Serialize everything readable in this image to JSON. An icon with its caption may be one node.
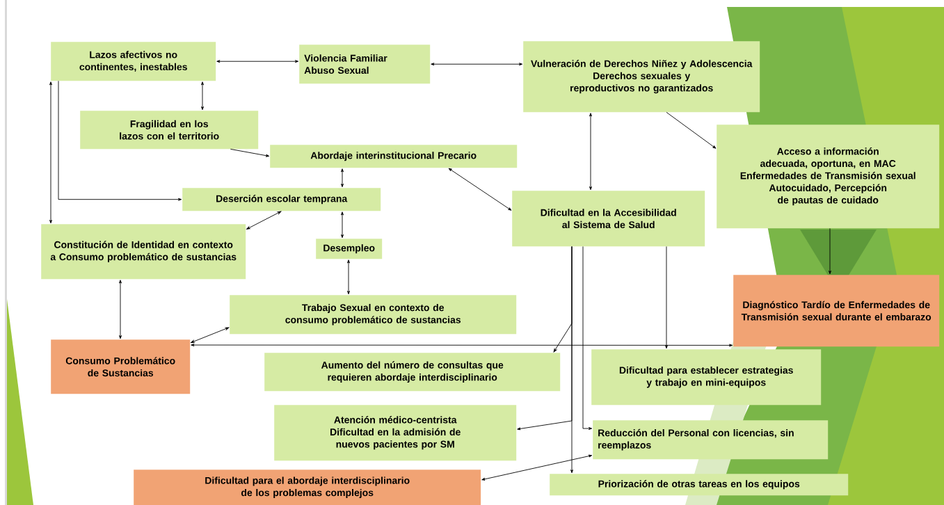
{
  "diagram": {
    "nodes": [
      {
        "text": [
          "Lazos afectivos no continentes, inestables"
        ]
      },
      {
        "text": [
          "Violencia Familiar",
          "Abuso Sexual"
        ]
      },
      {
        "text": [
          "Vulneración de Derechos Niñez y Adolescencia",
          "Derechos sexuales y reproductivos no garantizados"
        ]
      },
      {
        "text": [
          "Fragilidad en los lazos con el territorio"
        ]
      },
      {
        "text": [
          "Abordaje interinstitucional Precario"
        ]
      },
      {
        "text": [
          "Deserción escolar temprana"
        ]
      },
      {
        "text": [
          "Acceso a información adecuada, oportuna, en MAC",
          "Enfermedades de Transmisión sexual",
          "Autocuidado, Percepción de pautas de cuidado"
        ]
      },
      {
        "text": [
          "Dificultad en la Accesibilidad al Sistema de Salud"
        ]
      },
      {
        "text": [
          "Constitución de Identidad en contexto a Consumo problemático de sustancias"
        ]
      },
      {
        "text": [
          "Desempleo"
        ]
      },
      {
        "text": [
          "Diagnóstico Tardío de Enfermedades de Transmisión sexual durante el embarazo"
        ]
      },
      {
        "text": [
          "Trabajo Sexual en contexto de consumo problemático de sustancias"
        ]
      },
      {
        "text": [
          "Consumo Problemático de Sustancias"
        ]
      },
      {
        "text": [
          "Aumento del número de consultas que requieren abordaje interdisciplinario"
        ]
      },
      {
        "text": [
          "Dificultad para establecer estrategias y trabajo en mini-equipos"
        ]
      },
      {
        "text": [
          "Atención médico-centrista",
          "Dificultad en la admisión de nuevos pacientes por SM"
        ]
      },
      {
        "text": [
          "Reducción del Personal con licencias, sin reemplazos"
        ]
      },
      {
        "text": [
          "Dificultad para el abordaje interdisciplinario de los problemas complejos"
        ]
      },
      {
        "text": [
          "Priorización de otras tareas en los equipos"
        ]
      }
    ],
    "edges": [
      {
        "from": 0,
        "to": 1,
        "arrow": "both"
      },
      {
        "from": 1,
        "to": 2,
        "arrow": "both"
      },
      {
        "from": 0,
        "to": 3,
        "arrow": "both"
      },
      {
        "from": 0,
        "to": 8,
        "arrow": "both"
      },
      {
        "from": 0,
        "to": 5,
        "arrow": "to"
      },
      {
        "from": 3,
        "to": 4,
        "arrow": "to"
      },
      {
        "from": 4,
        "to": 5,
        "arrow": "both"
      },
      {
        "from": 5,
        "to": 8,
        "arrow": "both"
      },
      {
        "from": 5,
        "to": 9,
        "arrow": "both"
      },
      {
        "from": 9,
        "to": 11,
        "arrow": "both"
      },
      {
        "from": 8,
        "to": 12,
        "arrow": "both"
      },
      {
        "from": 11,
        "to": 12,
        "arrow": "both"
      },
      {
        "from": 12,
        "to": 10,
        "arrow": "both"
      },
      {
        "from": 2,
        "to": 7,
        "arrow": "both"
      },
      {
        "from": 2,
        "to": 6,
        "arrow": "to"
      },
      {
        "from": 4,
        "to": 7,
        "arrow": "both"
      },
      {
        "from": 6,
        "to": 10,
        "arrow": "to"
      },
      {
        "from": 7,
        "to": 13,
        "arrow": "to"
      },
      {
        "from": 7,
        "to": 16,
        "arrow": "to"
      },
      {
        "from": 7,
        "to": 14,
        "arrow": "to"
      },
      {
        "from": 7,
        "to": 15,
        "arrow": "to"
      },
      {
        "from": 7,
        "to": 18,
        "arrow": "to"
      },
      {
        "from": 16,
        "to": 17,
        "arrow": "both"
      }
    ]
  }
}
